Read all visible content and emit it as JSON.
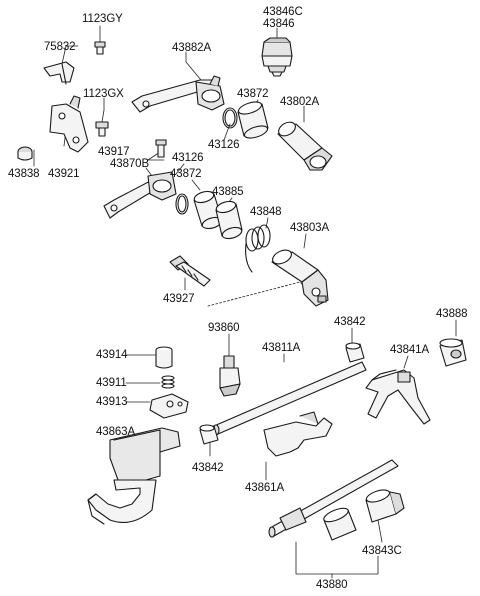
{
  "colors": {
    "ink": "#1a1a1a",
    "part_fill": "#f4f4f4",
    "shade": "#d8d8d8",
    "leader": "#222222"
  },
  "labels": {
    "p1123GY": "1123GY",
    "p75832": "75832",
    "p43846C": "43846C",
    "p43846": "43846",
    "p43882A": "43882A",
    "p1123GX": "1123GX",
    "p43872a": "43872",
    "p43802A": "43802A",
    "p43126a": "43126",
    "p43838": "43838",
    "p43921": "43921",
    "p43917": "43917",
    "p43126b": "43126",
    "p43870B": "43870B",
    "p43872b": "43872",
    "p43885": "43885",
    "p43848": "43848",
    "p43803A": "43803A",
    "p43927": "43927",
    "p93860": "93860",
    "p43842a": "43842",
    "p43888": "43888",
    "p43914": "43914",
    "p43811A": "43811A",
    "p43841A": "43841A",
    "p43911": "43911",
    "p43913": "43913",
    "p43863A": "43863A",
    "p43842b": "43842",
    "p43861A": "43861A",
    "p43843C": "43843C",
    "p43880": "43880"
  }
}
